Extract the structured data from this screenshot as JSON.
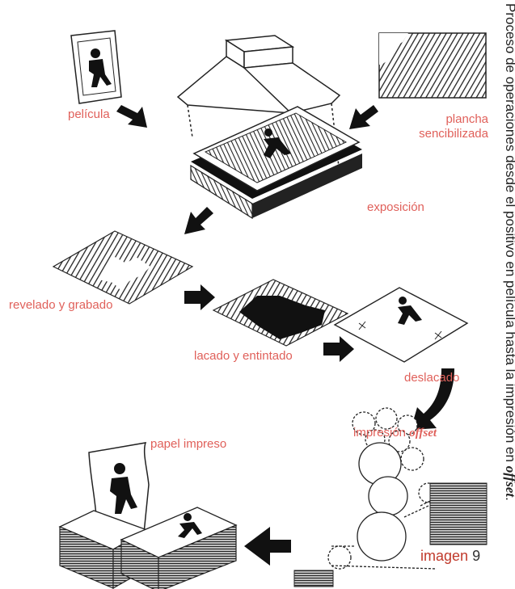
{
  "labels": {
    "pelicula": "película",
    "plancha_1": "plancha",
    "plancha_2": "sencibilizada",
    "exposicion": "exposición",
    "revelado": "revelado y grabado",
    "lacado": "lacado y entintado",
    "deslacado": "deslacado",
    "impresion": "impresión ",
    "impresion_em": "offset",
    "papel": "papel impreso"
  },
  "caption": {
    "text": "Proceso de operaciones desde el positivo en película hasta la impresión en ",
    "em": "offset",
    "end": "."
  },
  "figure": {
    "word": "imagen",
    "number": "9"
  },
  "colors": {
    "label": "#e0605a",
    "ink": "#111111",
    "figure_word": "#c0392b"
  }
}
